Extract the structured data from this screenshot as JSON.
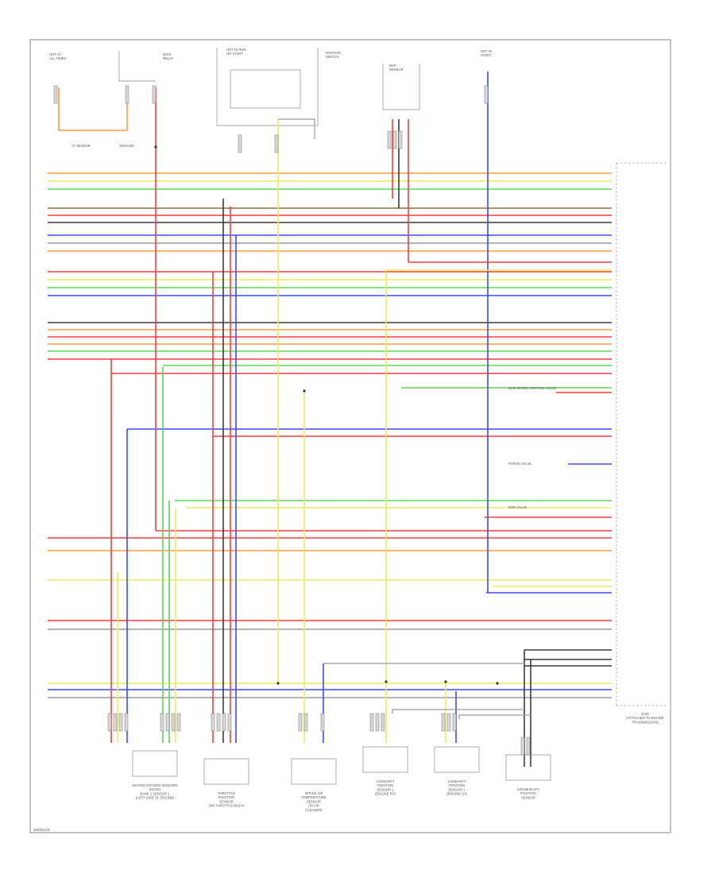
{
  "diagram": {
    "footer_code": "W3000123",
    "ecm_label": "ECM\n(ATTACHED TO ENGINE\nTRANSMISSION)",
    "bottom_components": [
      {
        "id": "ho2s",
        "label": "HEATED OXYGEN SENSORS\n(HO2S)\nBANK 1 SENSOR 1\n(LEFT SIDE OF ENGINE)"
      },
      {
        "id": "tps",
        "label": "THROTTLE\nPOSITION\nSENSOR\n(ON THROTTLE BODY)"
      },
      {
        "id": "iat",
        "label": "INTAKE AIR\nTEMPERATURE\nSENSOR\n(IN AIR\nCLEANER)"
      },
      {
        "id": "vvt1",
        "label": "CAMSHAFT\nPOSITION\nSENSOR 1\n(ENGINE RH)"
      },
      {
        "id": "vvt2",
        "label": "CAMSHAFT\nPOSITION\nSENSOR 2\n(ENGINE LH)"
      },
      {
        "id": "ckp",
        "label": "CRANKSHAFT\nPOSITION\nSENSOR"
      }
    ],
    "top_components": [
      {
        "id": "fuse",
        "label": "HOT AT\nALL TIMES"
      },
      {
        "id": "relay",
        "label": "MAIN\nRELAY"
      },
      {
        "id": "hot_run",
        "label": "HOT IN RUN\nOR START"
      },
      {
        "id": "ignition",
        "label": "IGNITION\nSWITCH"
      },
      {
        "id": "sensor",
        "label": "MAF\nSENSOR"
      },
      {
        "id": "hot_start",
        "label": "HOT IN\nSTART"
      }
    ],
    "callouts": [
      {
        "id": "c1",
        "label": "AT SENSOR"
      },
      {
        "id": "c2",
        "label": "GROUND"
      },
      {
        "id": "c3",
        "label": "IDLE SPEED CONTROL VALVE"
      },
      {
        "id": "c4",
        "label": "PURGE VALVE"
      },
      {
        "id": "c5",
        "label": "EGR VALVE"
      }
    ]
  },
  "colors": {
    "red": "#ff3a3a",
    "orange": "#ff9a3c",
    "yellow": "#ecec5a",
    "green": "#58d858",
    "blue": "#3a4aff",
    "black": "#3a3a3a",
    "brown": "#9a6a3a",
    "pink": "#ff8aa8",
    "gray": "#9a9a9a",
    "tan": "#d8c890"
  }
}
